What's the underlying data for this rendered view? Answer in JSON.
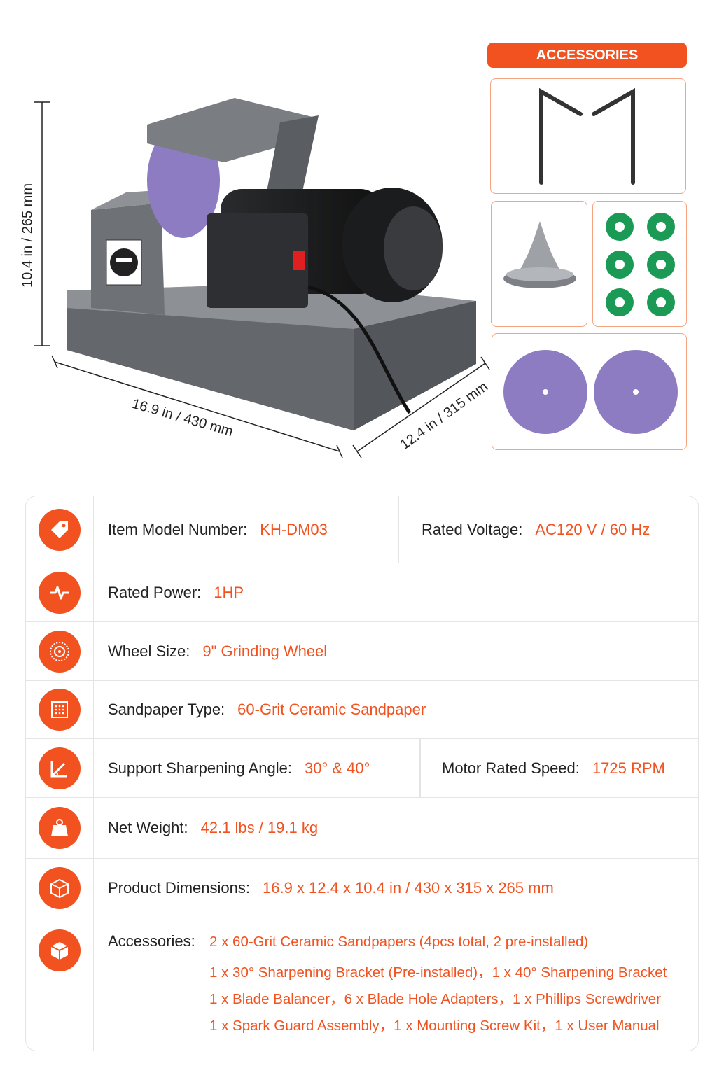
{
  "dimensions": {
    "height": "10.4 in / 265 mm",
    "length": "16.9 in / 430 mm",
    "width": "12.4 in / 315 mm"
  },
  "accessories_panel": {
    "title": "ACCESSORIES"
  },
  "specs": {
    "model": {
      "label": "Item Model Number:",
      "value": "KH-DM03"
    },
    "voltage": {
      "label": "Rated Voltage:",
      "value": "AC120 V / 60 Hz"
    },
    "power": {
      "label": "Rated Power:",
      "value": "1HP"
    },
    "wheel": {
      "label": "Wheel Size:",
      "value": "9\" Grinding Wheel"
    },
    "sandpaper": {
      "label": "Sandpaper Type:",
      "value": "60-Grit Ceramic Sandpaper"
    },
    "angle": {
      "label": "Support Sharpening Angle:",
      "value": "30° & 40°"
    },
    "speed": {
      "label": "Motor Rated Speed:",
      "value": "1725 RPM"
    },
    "weight": {
      "label": "Net Weight:",
      "value": "42.1 lbs / 19.1 kg"
    },
    "dimensions": {
      "label": "Product Dimensions:",
      "value": "16.9 x 12.4 x 10.4 in / 430 x 315 x 265 mm"
    },
    "accessories": {
      "label": "Accessories:",
      "lines": [
        "2 x 60-Grit Ceramic Sandpapers (4pcs total, 2 pre-installed)",
        "1 x 30° Sharpening Bracket (Pre-installed)，1 x 40° Sharpening Bracket",
        "1 x Blade Balancer，6 x Blade Hole Adapters，1 x Phillips Screwdriver",
        "1 x Spark Guard Assembly，1 x Mounting Screw Kit，1 x User Manual"
      ]
    }
  },
  "colors": {
    "accent": "#f2521f",
    "border": "#e4e4e4",
    "machine_body": "#6b6e73",
    "sandpaper": "#8e7cc3",
    "washer": "#1a9a55"
  },
  "icons": [
    "tag-icon",
    "pulse-icon",
    "wheel-icon",
    "sandpaper-icon",
    "angle-icon",
    "weight-icon",
    "box-icon",
    "package-icon"
  ]
}
